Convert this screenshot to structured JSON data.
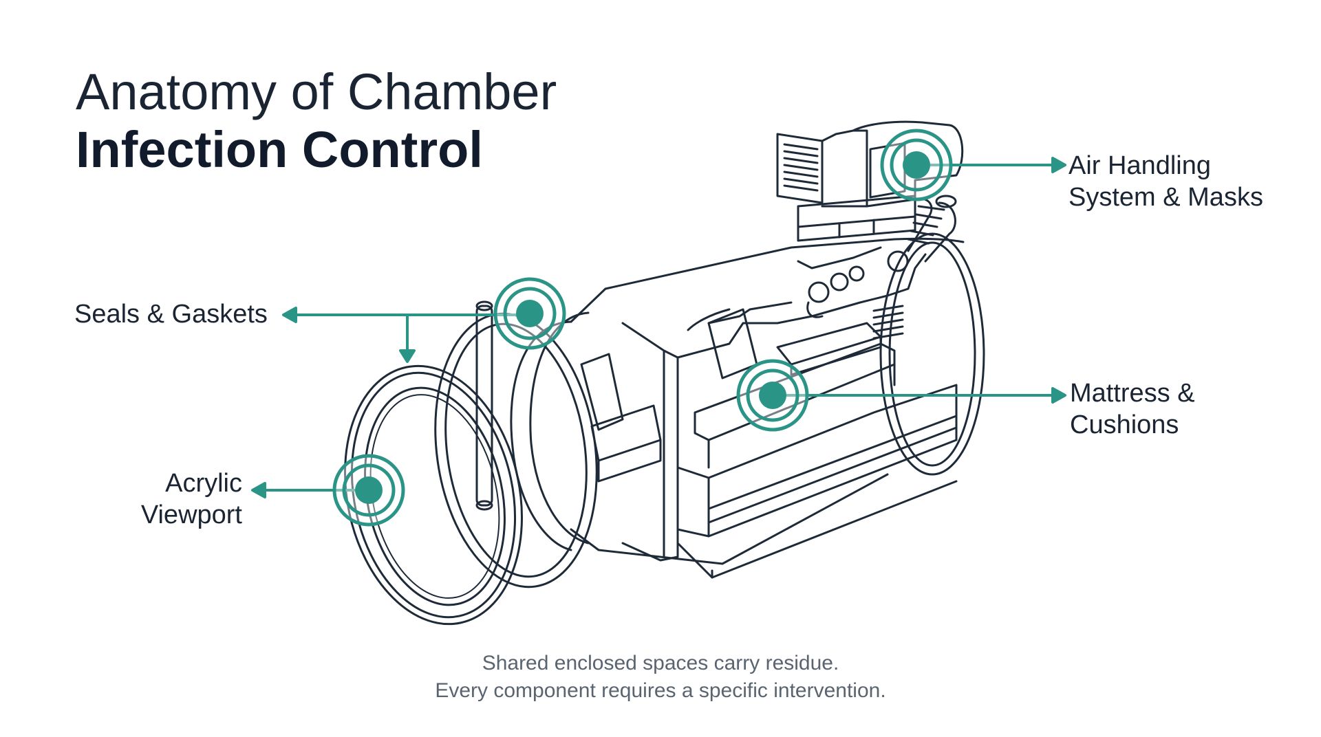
{
  "title": {
    "line1": "Anatomy of Chamber",
    "line2": "Infection Control"
  },
  "callouts": {
    "air_handling": {
      "line1": "Air Handling",
      "line2": "System & Masks"
    },
    "seals": {
      "line1": "Seals & Gaskets"
    },
    "mattress": {
      "line1": "Mattress &",
      "line2": "Cushions"
    },
    "viewport": {
      "line1": "Acrylic",
      "line2": "Viewport"
    }
  },
  "footer": {
    "line1": "Shared enclosed spaces carry residue.",
    "line2": "Every component requires a specific intervention."
  },
  "colors": {
    "accent": "#2a9486",
    "line": "#1e2a38",
    "text": "#1a2433",
    "muted": "#5a6470"
  }
}
